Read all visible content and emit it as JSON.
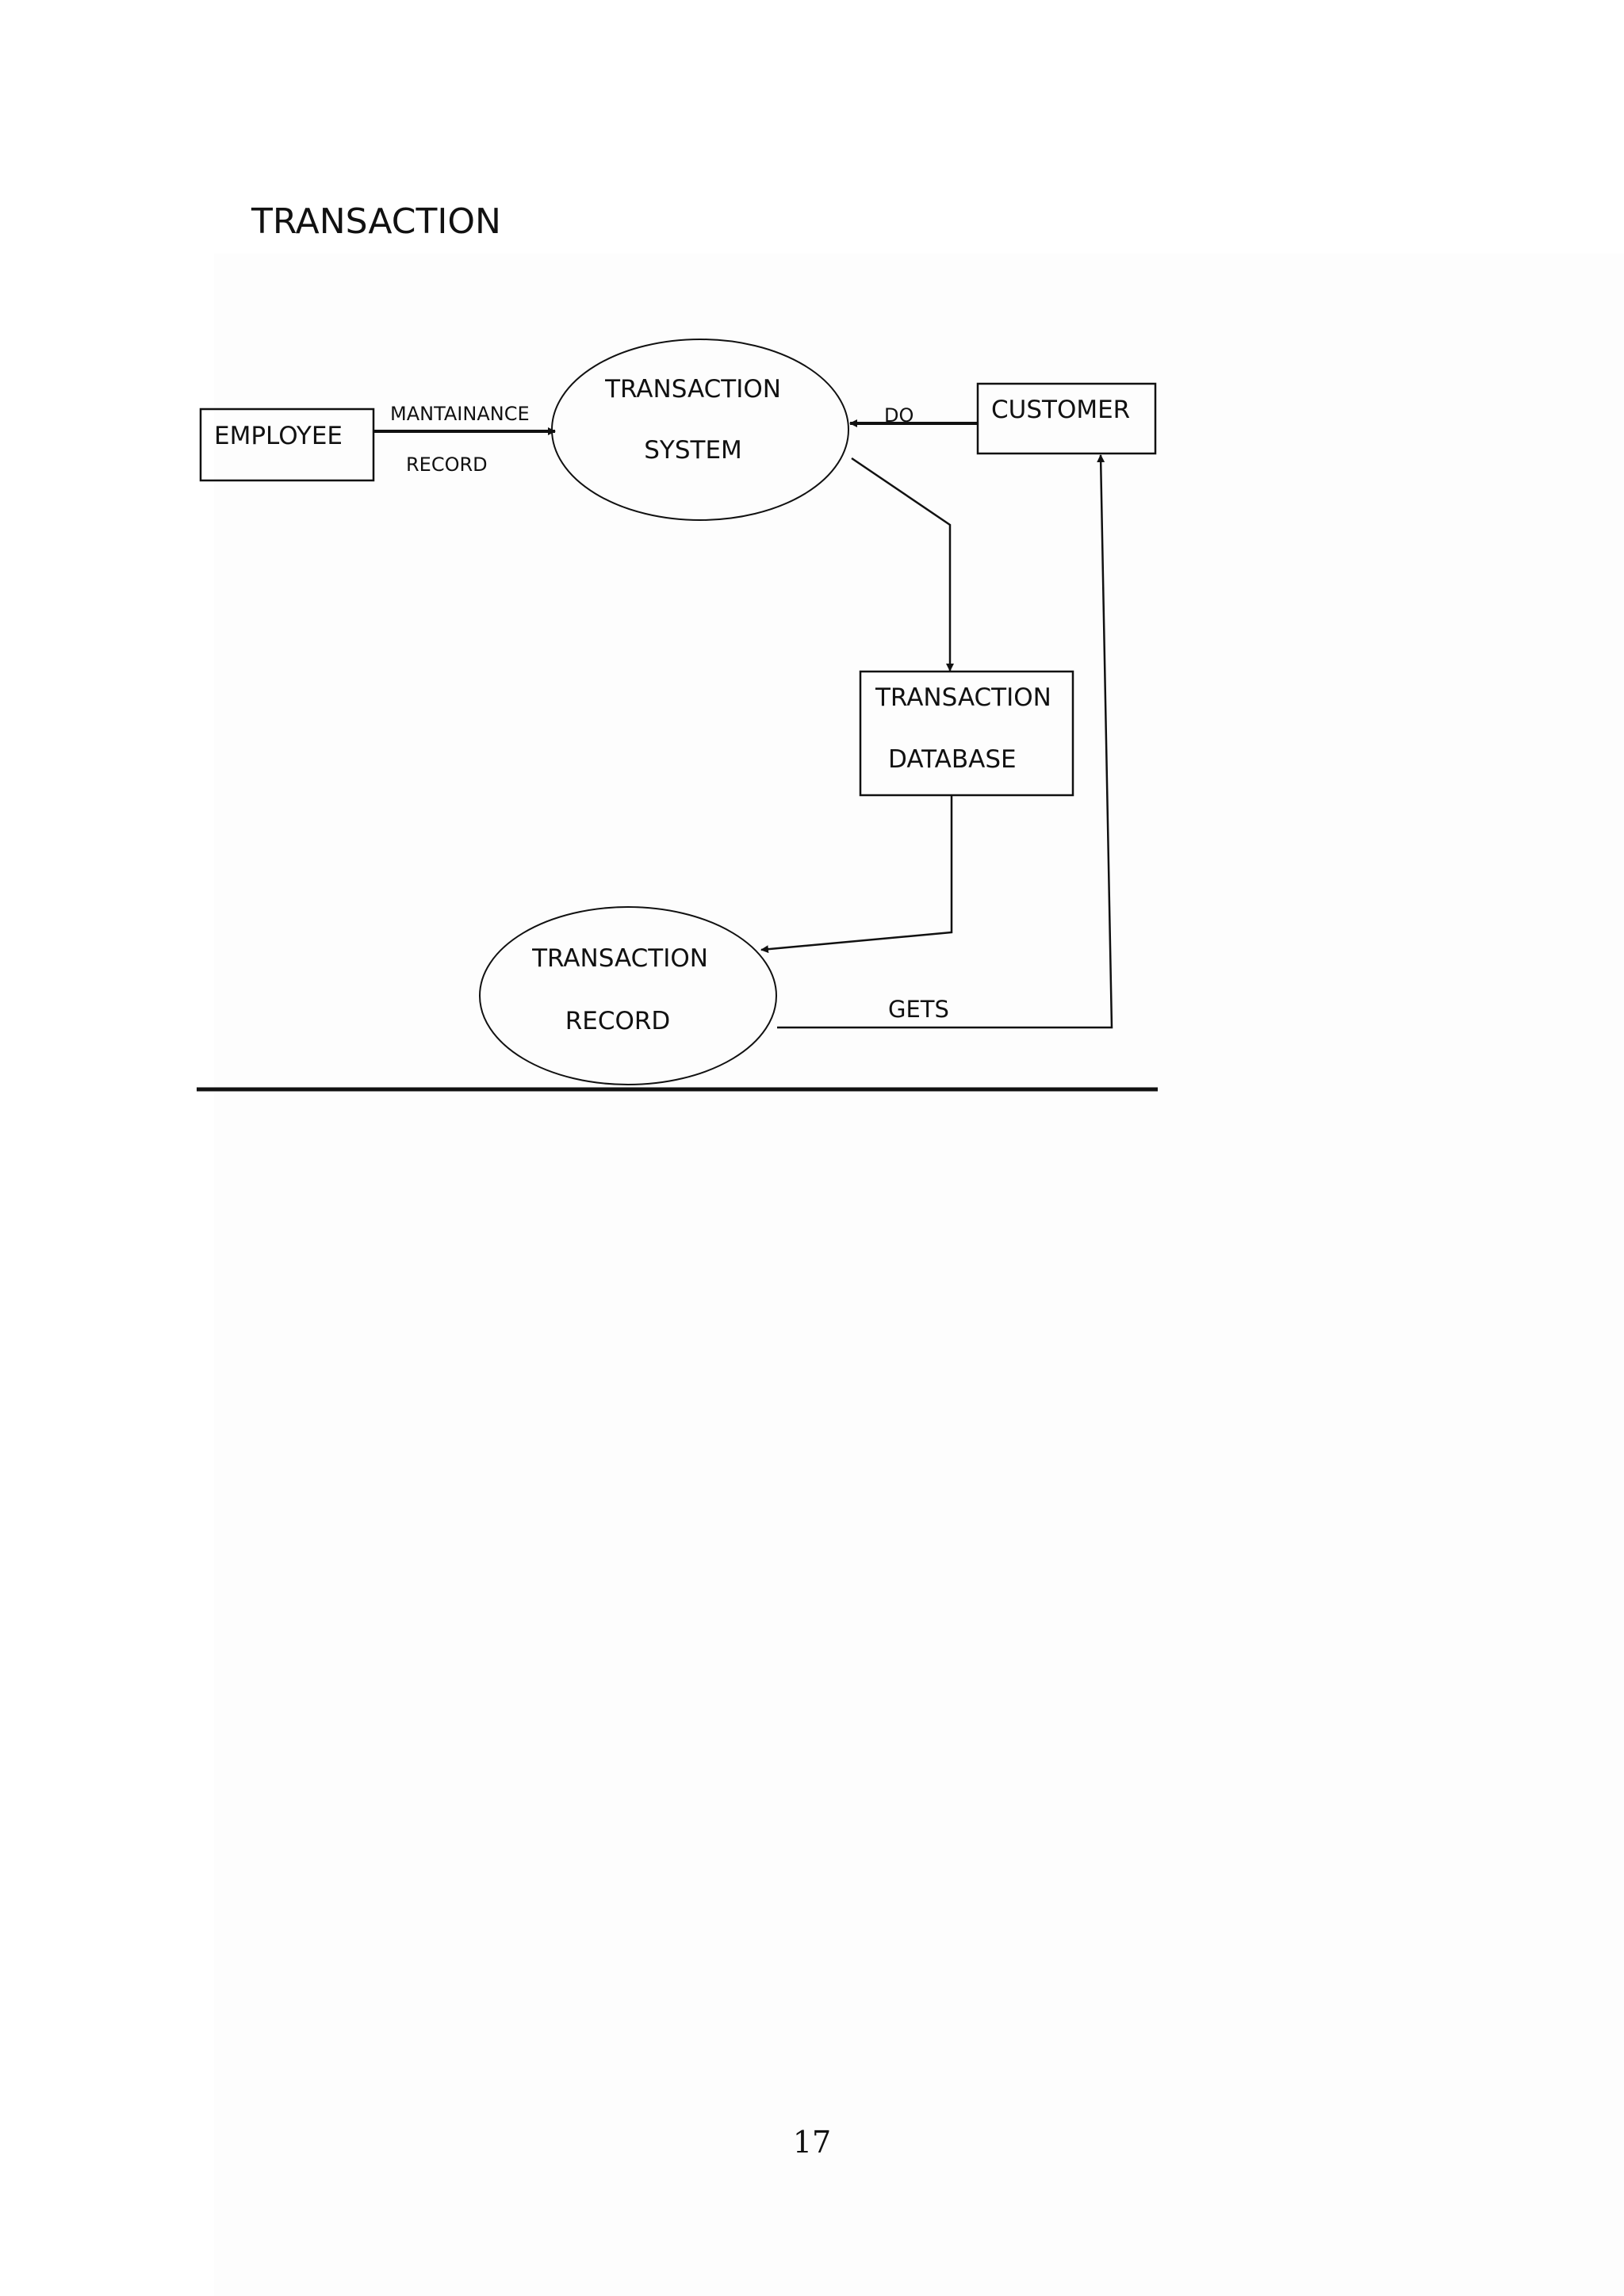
{
  "title": "TRANSACTION",
  "nodes": {
    "employee": "EMPLOYEE",
    "transaction_system": [
      "TRANSACTION",
      "SYSTEM"
    ],
    "customer": "CUSTOMER",
    "transaction_database": [
      "TRANSACTION",
      "DATABASE"
    ],
    "transaction_record": [
      "TRANSACTION",
      "RECORD"
    ]
  },
  "flows": {
    "maintenance_record": [
      "MANTAINANCE",
      "RECORD"
    ],
    "do": "DO",
    "gets": "GETS"
  },
  "page_number": "17",
  "colors": {
    "stroke": "#111111",
    "page_background": "#ffffff",
    "panel_background": "#fdfdfd"
  }
}
